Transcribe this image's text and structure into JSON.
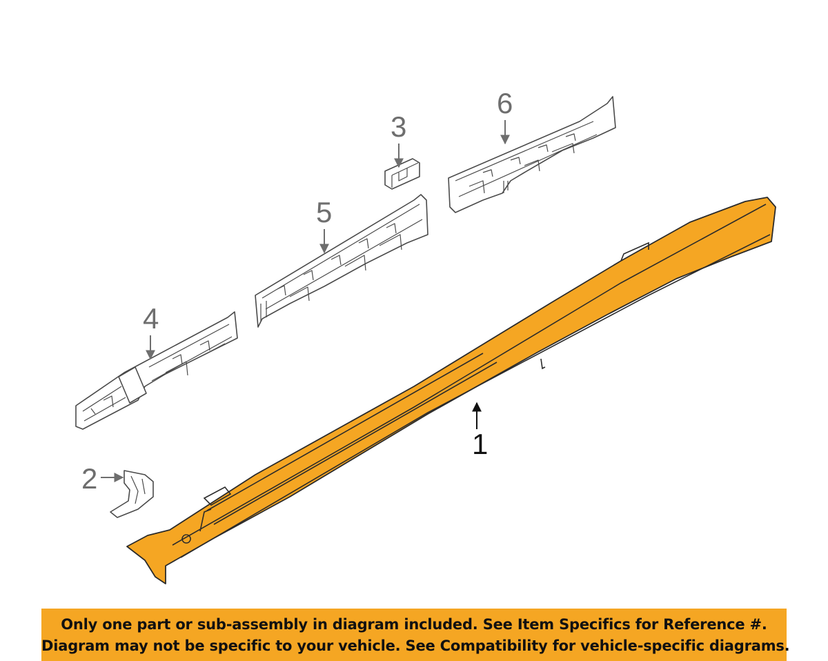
{
  "callouts": {
    "c1": "1",
    "c2": "2",
    "c3": "3",
    "c4": "4",
    "c5": "5",
    "c6": "6"
  },
  "colors": {
    "highlight": "#f5a623",
    "outline": "#4a4a4a",
    "banner": "#f5a623"
  },
  "notice": {
    "line1": "Only one part or sub-assembly in diagram included. See Item Specifics for Reference #.",
    "line2": "Diagram may not be specific to your vehicle. See Compatibility for vehicle-specific diagrams."
  }
}
